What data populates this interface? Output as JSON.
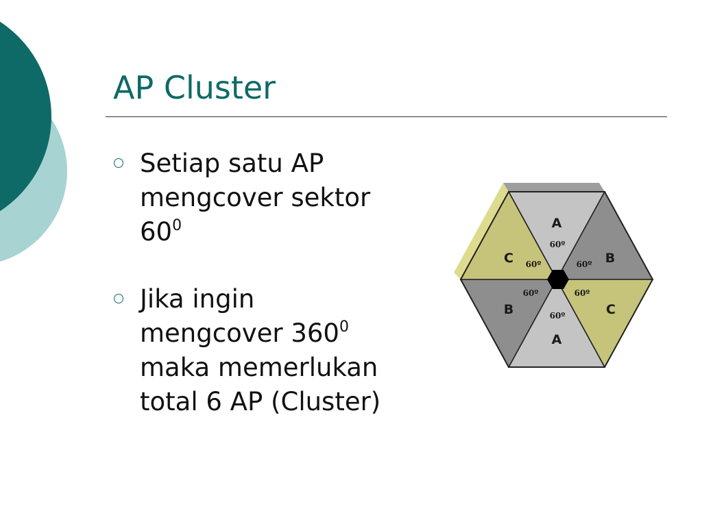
{
  "title": "AP Cluster",
  "bullets": [
    {
      "lines": [
        {
          "text": "Setiap satu AP",
          "sup": ""
        },
        {
          "text": "mengcover sektor",
          "sup": ""
        },
        {
          "text": "60",
          "sup": "0"
        }
      ]
    },
    {
      "lines": [
        {
          "text": "Jika ingin",
          "sup": ""
        },
        {
          "text": "mengcover 360",
          "sup": "0"
        },
        {
          "text": "maka memerlukan",
          "sup": ""
        },
        {
          "text": "total 6 AP (Cluster)",
          "sup": ""
        }
      ]
    }
  ],
  "diagram": {
    "sectors": [
      {
        "letter": "A",
        "angle": "60º",
        "color": "#c4c4c4"
      },
      {
        "letter": "B",
        "angle": "60º",
        "color": "#8e8e8e"
      },
      {
        "letter": "C",
        "angle": "60º",
        "color": "#c6c47a"
      },
      {
        "letter": "A",
        "angle": "60º",
        "color": "#c4c4c4"
      },
      {
        "letter": "B",
        "angle": "60º",
        "color": "#8e8e8e"
      },
      {
        "letter": "C",
        "angle": "60º",
        "color": "#c6c47a"
      }
    ]
  },
  "colors": {
    "accent": "#0e6a66",
    "accent_light": "#a7d3d3",
    "rule": "#333333",
    "text": "#111111"
  }
}
